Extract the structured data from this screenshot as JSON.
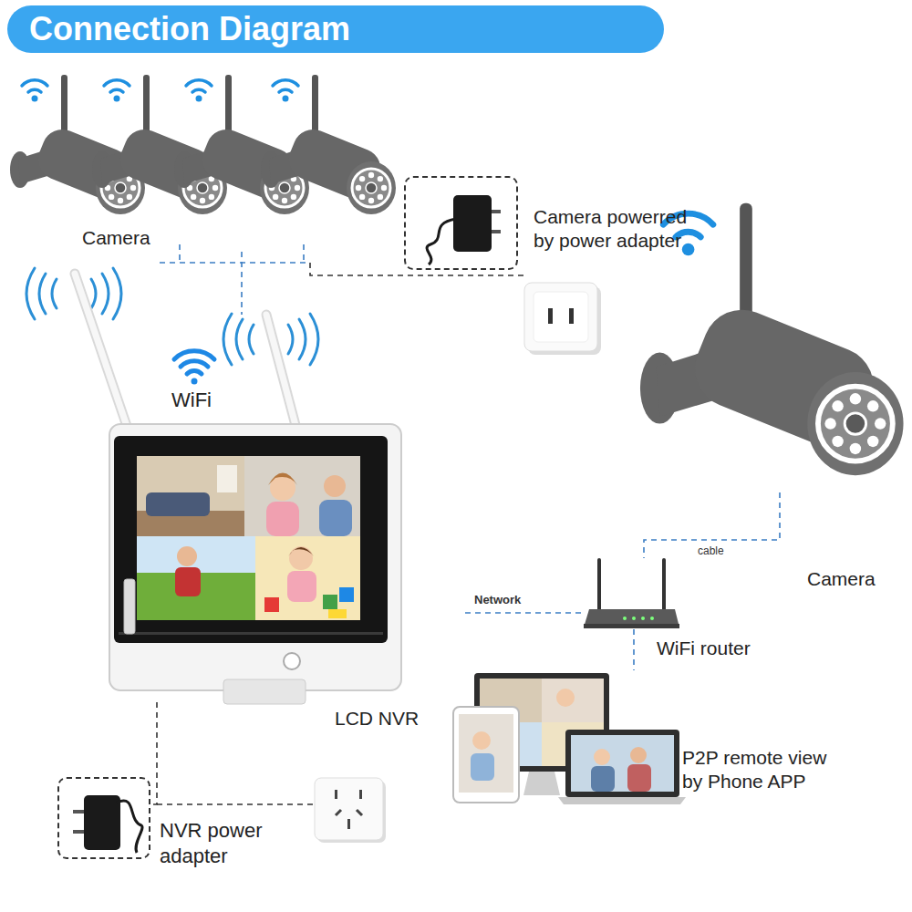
{
  "diagram": {
    "title": "Connection Diagram",
    "nodes": [
      {
        "text": [
          "Camera"
        ]
      },
      {
        "text": [
          "Camera powerred by power adapter"
        ]
      },
      {
        "text": [
          "Camera"
        ]
      },
      {
        "text": [
          "LCD NVR"
        ]
      },
      {
        "text": [
          "WiFi router"
        ]
      },
      {
        "text": [
          "P2P remote view by Phone APP"
        ]
      },
      {
        "text": [
          "NVR power adapter"
        ]
      }
    ],
    "edges": [
      {
        "from": 0,
        "to": 3,
        "arrow": "none"
      },
      {
        "from": 3,
        "to": 6,
        "arrow": "none"
      },
      {
        "from": 2,
        "to": 4,
        "label": "cable",
        "arrow": "none"
      },
      {
        "from": 4,
        "to": 5,
        "arrow": "none"
      }
    ],
    "labels": [
      "WiFi",
      "Network"
    ]
  }
}
